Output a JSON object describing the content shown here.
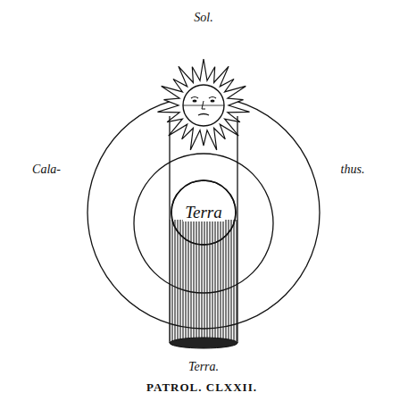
{
  "diagram": {
    "nodes": [
      {
        "text": [
          "Terra"
        ]
      }
    ],
    "labels": [
      "Sol.",
      "Cala-",
      "thus.",
      "Terra.",
      "PATROL. CLXXII."
    ]
  }
}
